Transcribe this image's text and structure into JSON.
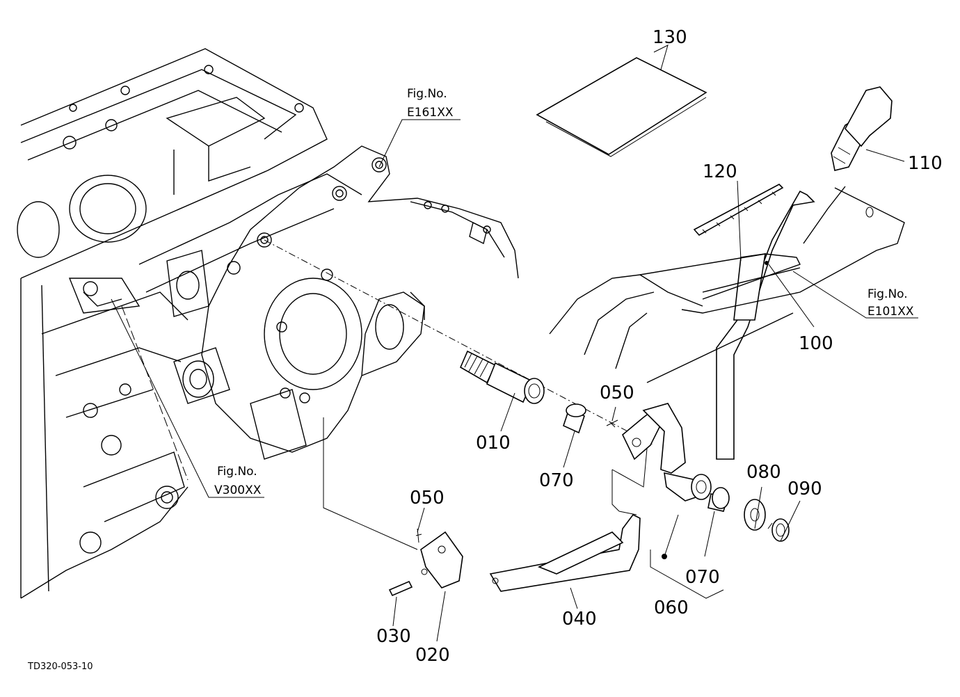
{
  "diagram_code": "TD320-053-10",
  "part_labels": {
    "p010": "010",
    "p020": "020",
    "p030": "030",
    "p040": "040",
    "p050a": "050",
    "p050b": "050",
    "p060": "060",
    "p070a": "070",
    "p070b": "070",
    "p080": "080",
    "p090": "090",
    "p100": "100",
    "p110": "110",
    "p120": "120",
    "p130": "130"
  },
  "figure_refs": {
    "e161": {
      "title": "Fig.No.",
      "code": "E161XX"
    },
    "v300": {
      "title": "Fig.No.",
      "code": "V300XX"
    },
    "e101": {
      "title": "Fig.No.",
      "code": "E101XX"
    }
  }
}
